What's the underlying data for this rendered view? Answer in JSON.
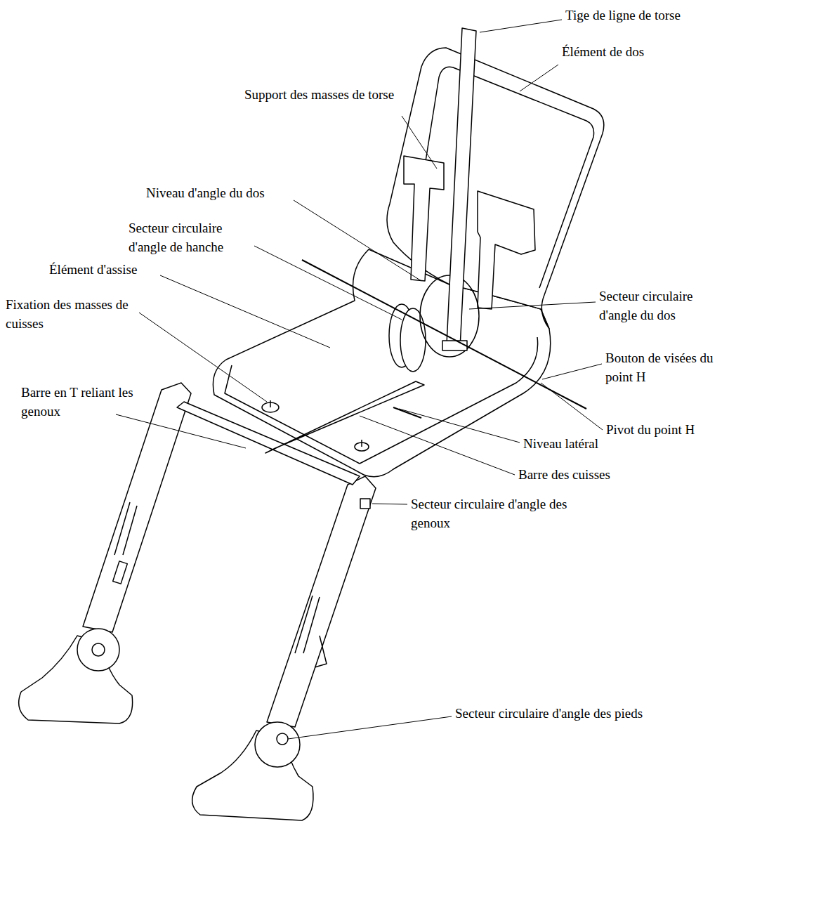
{
  "diagram": {
    "labels": [
      "Tige de ligne de torse",
      "Élément de dos",
      "Support des masses de torse",
      "Niveau d'angle du dos",
      "Secteur circulaire d'angle de hanche",
      "Élément d'assise",
      "Fixation des masses de cuisses",
      "Secteur circulaire d'angle du dos",
      "Bouton de visées du point H",
      "Barre en T reliant les genoux",
      "Pivot du point H",
      "Niveau latéral",
      "Barre des cuisses",
      "Secteur circulaire d'angle des genoux",
      "Secteur circulaire d'angle des pieds"
    ]
  }
}
